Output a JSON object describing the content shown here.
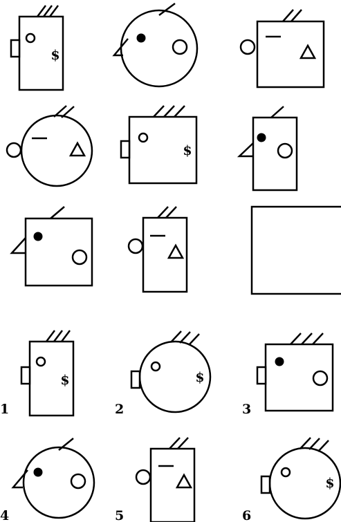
{
  "symbol_dollar": "$",
  "answer_numbers": [
    "1",
    "2",
    "3",
    "4",
    "5",
    "6"
  ],
  "colors": {
    "stroke": "#000000",
    "background": "#ffffff"
  }
}
